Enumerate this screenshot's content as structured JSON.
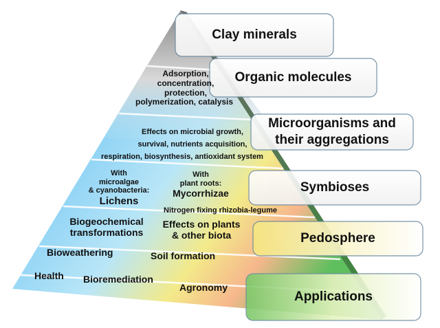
{
  "levels": [
    {
      "label": "Clay minerals"
    },
    {
      "label": "Organic molecules",
      "content": [
        "Adsorption,",
        "concentration,",
        "protection,",
        "polymerization, catalysis"
      ]
    },
    {
      "label_lines": [
        "Microorganisms  and",
        "their aggregations"
      ],
      "content": [
        "Effects on microbial growth,",
        "survival, nutrients acquisition,",
        "respiration,  biosynthesis, antioxidant system"
      ]
    },
    {
      "label": "Symbioses",
      "left": [
        "With",
        "microalgae",
        "& cyanobacteria:",
        "Lichens"
      ],
      "right": [
        "With",
        "plant roots:",
        "Mycorrhizae",
        "Nitrogen fixing rhizobia-legume"
      ]
    },
    {
      "label": "Pedosphere",
      "items": [
        "Biogeochemical",
        "transformations",
        "Effects on plants",
        "& other biota",
        "Bioweathering",
        "Soil formation"
      ]
    },
    {
      "label": "Applications",
      "items": [
        "Health",
        "Bioremediation",
        "Agronomy"
      ]
    }
  ],
  "colors": {
    "blue": "#3aa8e8",
    "yellow": "#f5e87a",
    "orange": "#f7b98a",
    "green": "#6cc070",
    "grey": "#9a9a9a"
  }
}
